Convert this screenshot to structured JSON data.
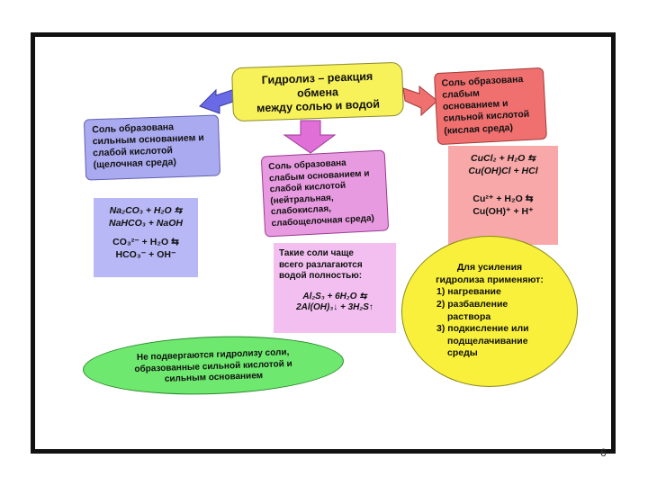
{
  "title_box": {
    "line1": "Гидролиз – реакция обмена",
    "line2": "между солью и водой"
  },
  "strong_base_weak_acid": {
    "header": [
      "Соль образована",
      "сильным основанием и",
      "слабой кислотой",
      "(щелочная среда)"
    ],
    "eq1a": "Na₂CO₃ + H₂O ⇆",
    "eq1b": "NaHCO₃ + NaOH",
    "eq2a": "CO₃²⁻ + H₂O ⇆",
    "eq2b": "HCO₃⁻ + OH⁻"
  },
  "weak_base_strong_acid": {
    "header": [
      "Соль образована",
      "слабым основанием и",
      "сильной кислотой",
      "(кислая среда)"
    ],
    "eq1a": "CuCl₂ + H₂O ⇆",
    "eq1b": "Cu(OH)Cl + HCl",
    "eq2a": "Cu²⁺ + H₂O ⇆",
    "eq2b": "Cu(OH)⁺ + H⁺"
  },
  "weak_base_weak_acid": {
    "header": [
      "Соль образована",
      "слабым основанием и",
      "слабой кислотой",
      "(нейтральная,",
      "слабокислая,",
      "слабощелочная среда)"
    ],
    "note": [
      "Такие соли чаще",
      "всего разлагаются",
      "водой полностью:"
    ],
    "eq1": "Al₂S₃ + 6H₂O ⇆",
    "eq2": "2Al(OH)₃↓ + 3H₂S↑"
  },
  "no_hydrolysis": [
    "Не подвергаются гидролизу соли,",
    "образованные сильной кислотой и",
    "сильным основанием"
  ],
  "enhance": {
    "head": [
      "Для усиления",
      "гидролиза применяют:"
    ],
    "items": [
      "1) нагревание",
      "2) разбавление",
      "раствора",
      "3) подкисление или",
      "подщелачивание",
      "среды"
    ]
  },
  "page_number": "6",
  "colors": {
    "title": "#f7f15a",
    "blue": "#aaaaf0",
    "red": "#f07070",
    "magenta": "#e79ae0",
    "green": "#6ee86e",
    "yellow": "#f8f03a"
  }
}
